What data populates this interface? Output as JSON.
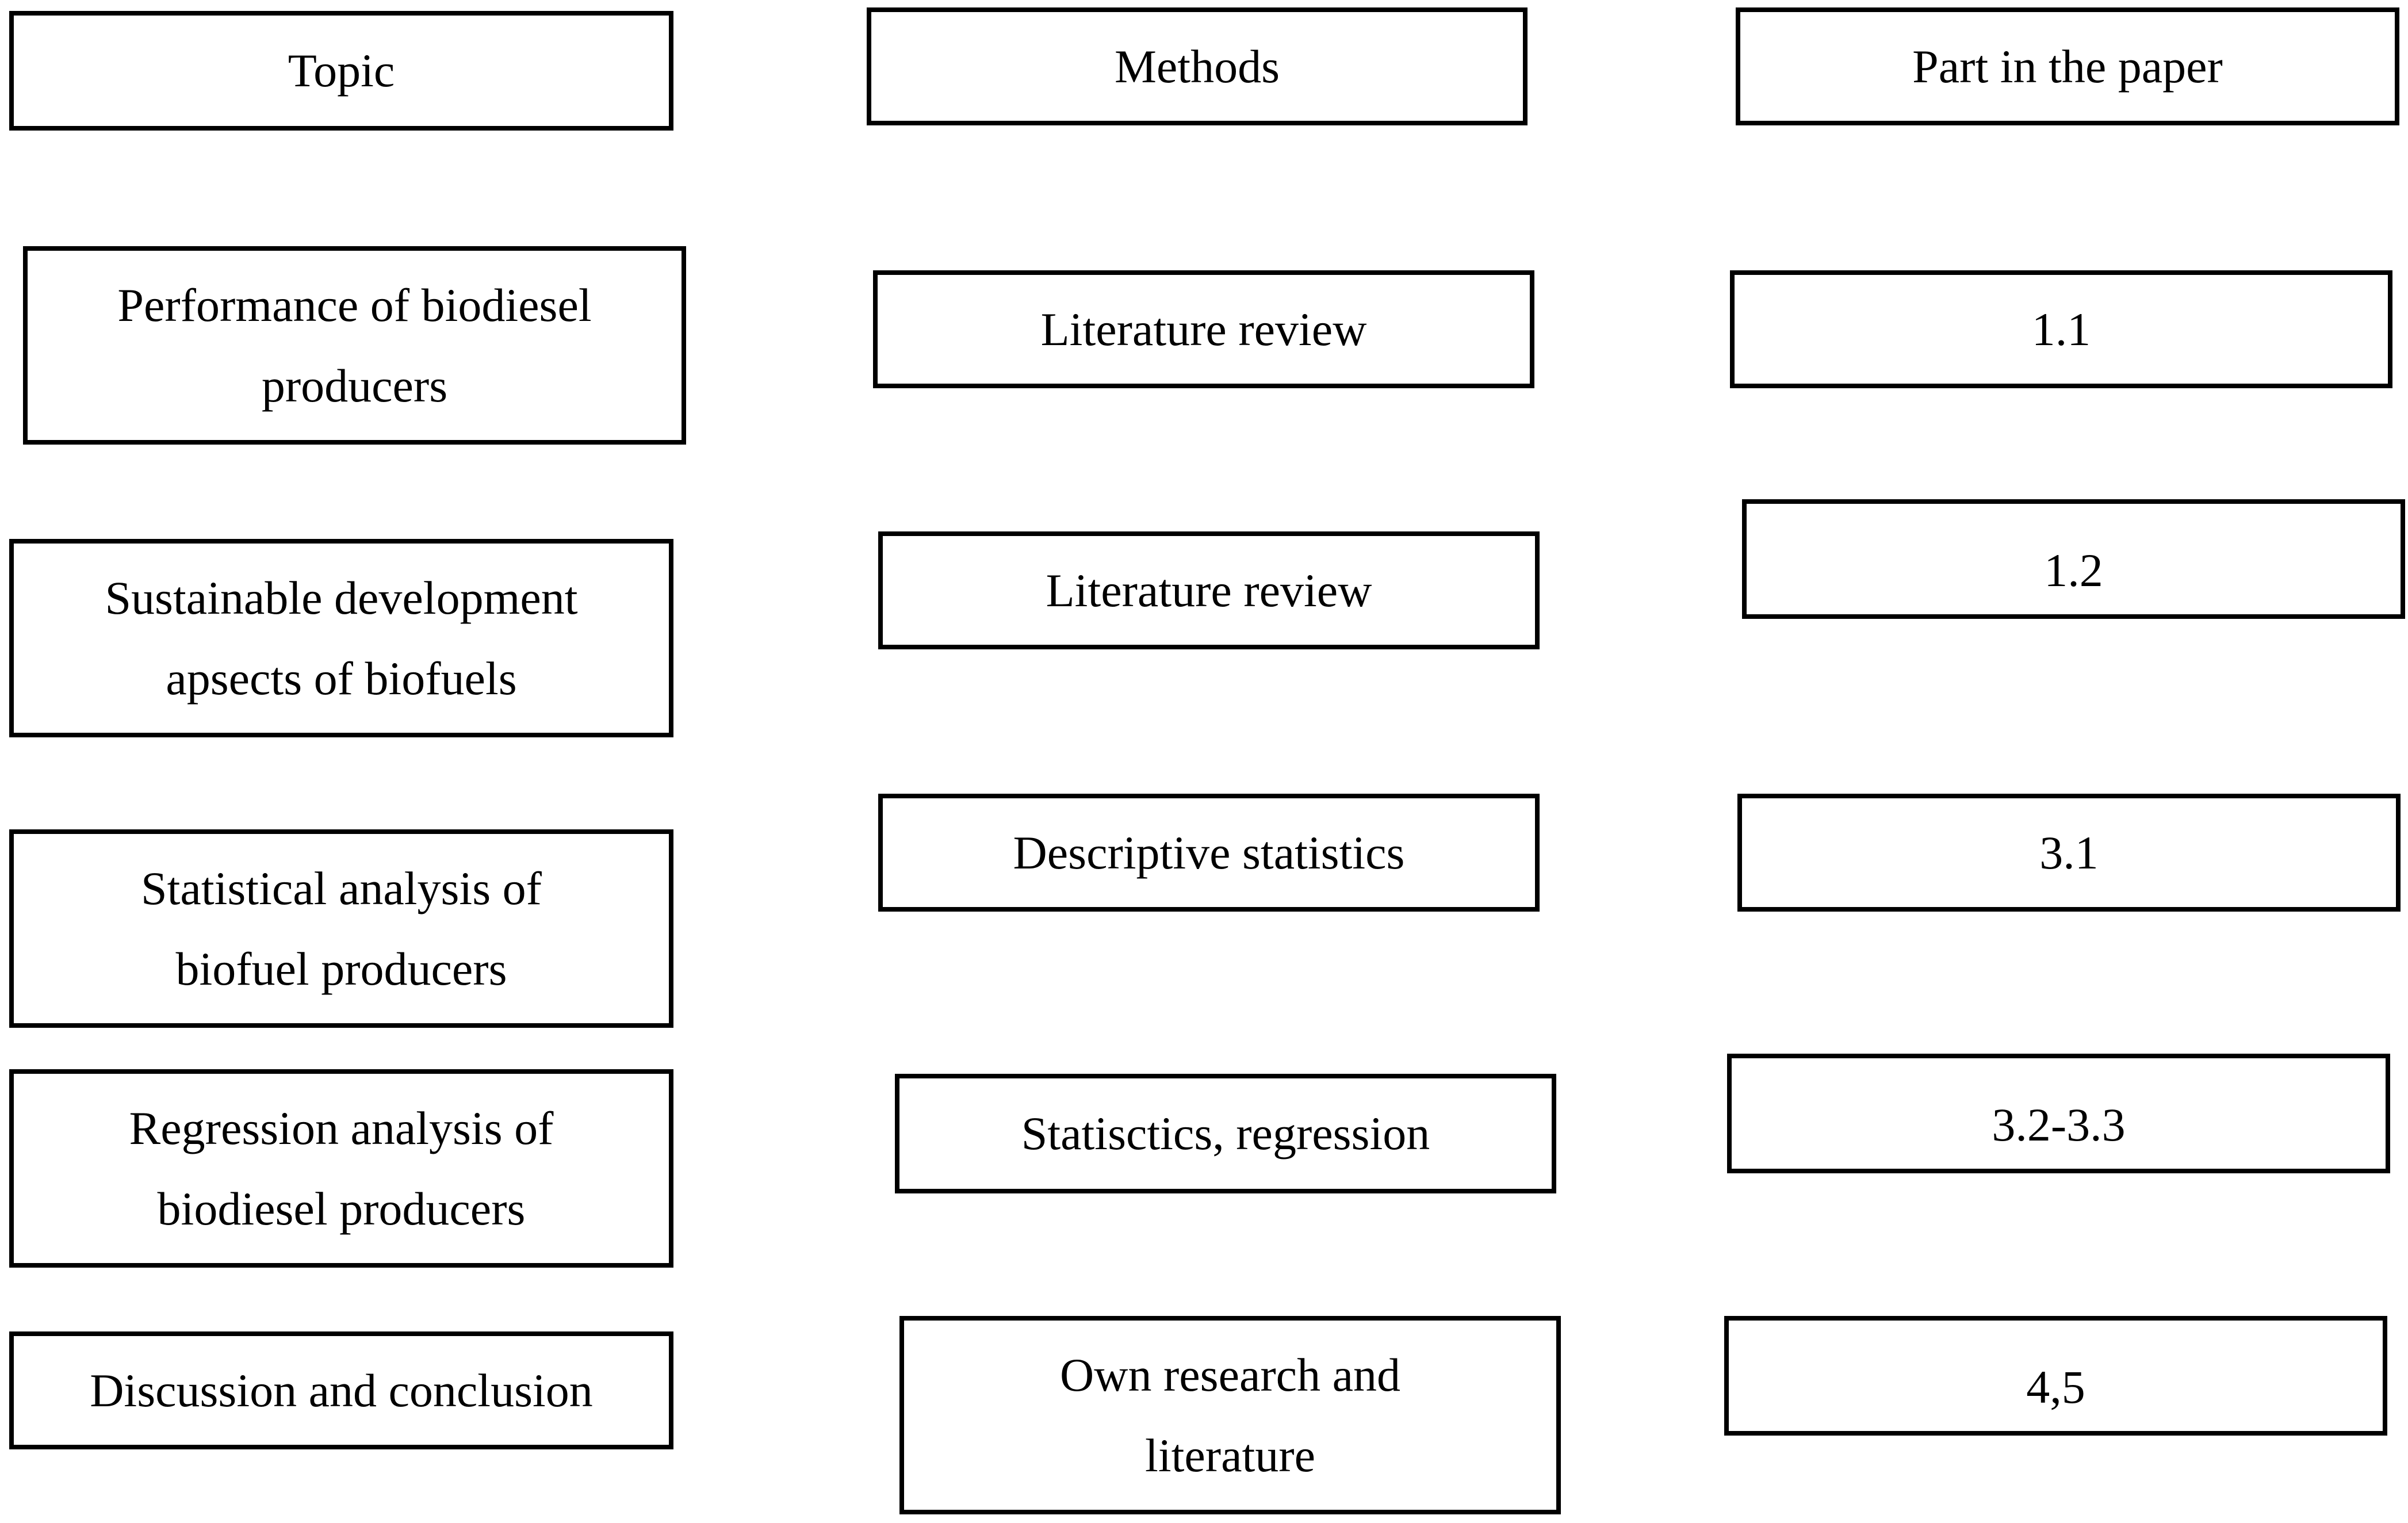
{
  "headers": {
    "topic": "Topic",
    "methods": "Methods",
    "part": "Part in the paper"
  },
  "rows": [
    {
      "topic": "Performance of biodiesel\nproducers",
      "method": "Literature review",
      "part": "1.1"
    },
    {
      "topic": "Sustainable development\napsects of biofuels",
      "method": "Literature review",
      "part": "1.2"
    },
    {
      "topic": "Statistical analysis of\nbiofuel producers",
      "method": "Descriptive statistics",
      "part": "3.1"
    },
    {
      "topic": "Regression analysis of\nbiodiesel producers",
      "method": "Statisctics, regression",
      "part": "3.2-3.3"
    },
    {
      "topic": "Discussion and conclusion",
      "method": "Own research and\nliterature",
      "part": "4,5"
    }
  ]
}
